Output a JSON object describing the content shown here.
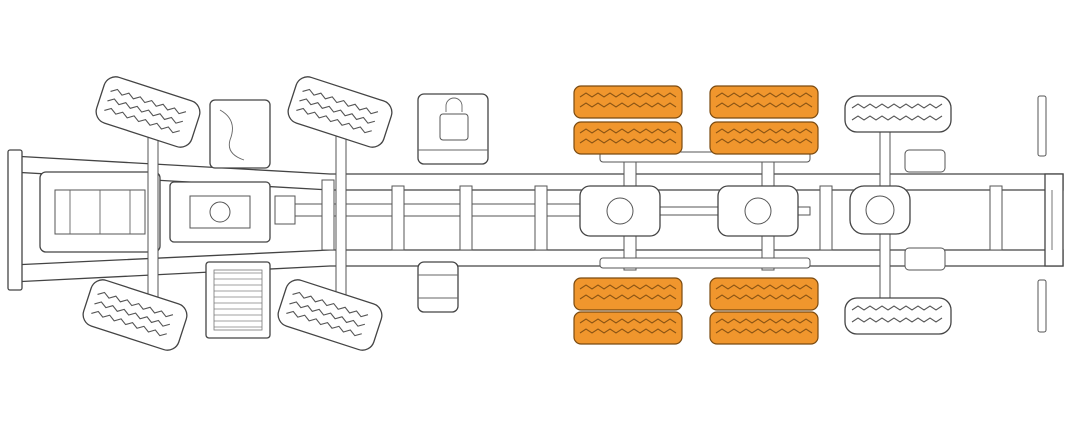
{
  "diagram": {
    "subject": "truck chassis",
    "colors": {
      "background": "#ffffff",
      "line": "#444444",
      "highlight_tire": "#f0962d"
    },
    "front_tires": 4,
    "rear_dual_tires_highlighted": 8,
    "tag_axle_tires": 2,
    "icons": [
      "fuel-tank-icon",
      "battery-box-icon",
      "air-tank-icon"
    ]
  }
}
